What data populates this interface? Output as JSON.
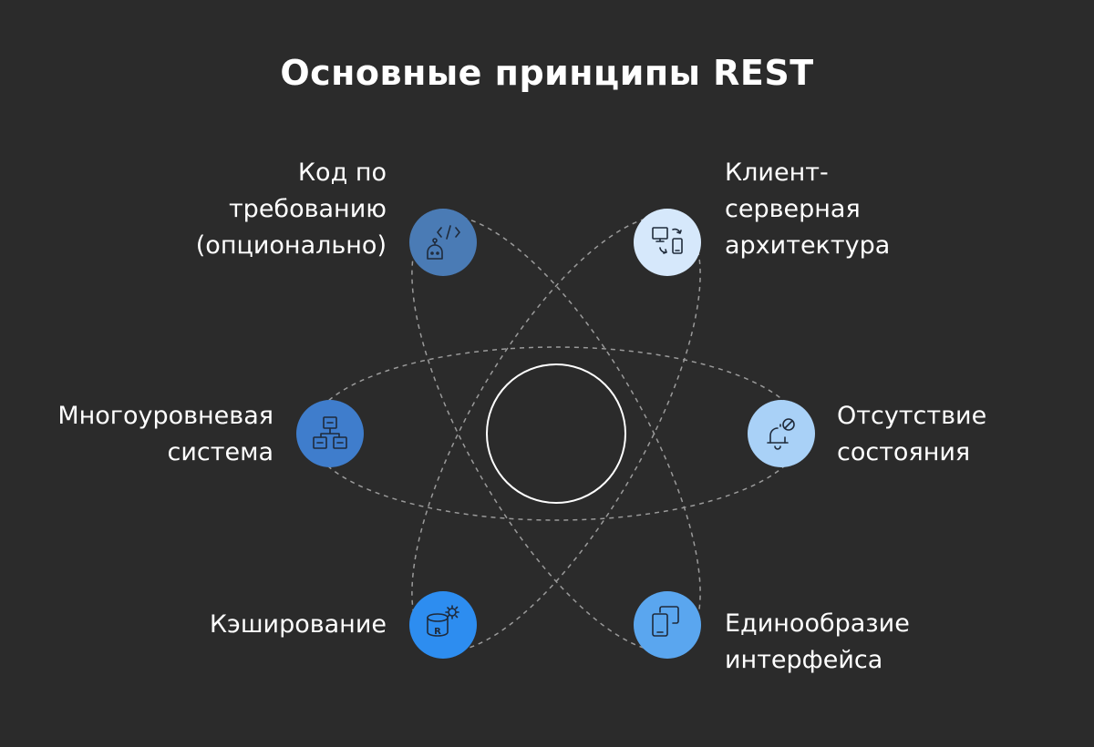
{
  "title": "Основные принципы REST",
  "colors": {
    "background": "#2b2b2b",
    "orbit": "#9a9a9a",
    "center_ring": "#ffffff",
    "text": "#ffffff"
  },
  "principles": [
    {
      "id": "code-on-demand",
      "lines": [
        "Код по",
        "требованию",
        "(опционально)"
      ],
      "icon": "code-robot-icon",
      "color": "#4a7bb5"
    },
    {
      "id": "client-server",
      "lines": [
        "Клиент-",
        "серверная",
        "архитектура"
      ],
      "icon": "desktop-mobile-sync-icon",
      "color": "#d6e8fb"
    },
    {
      "id": "layered-system",
      "lines": [
        "Многоуровневая",
        "система"
      ],
      "icon": "hierarchy-icon",
      "color": "#3f7dcc"
    },
    {
      "id": "stateless",
      "lines": [
        "Отсутствие",
        "состояния"
      ],
      "icon": "bell-off-icon",
      "color": "#a9d1f7"
    },
    {
      "id": "caching",
      "lines": [
        "Кэширование"
      ],
      "icon": "database-gear-icon",
      "color": "#2d8df0"
    },
    {
      "id": "uniform-interface",
      "lines": [
        "Единообразие",
        "интерфейса"
      ],
      "icon": "devices-icon",
      "color": "#5aa6ef"
    }
  ]
}
